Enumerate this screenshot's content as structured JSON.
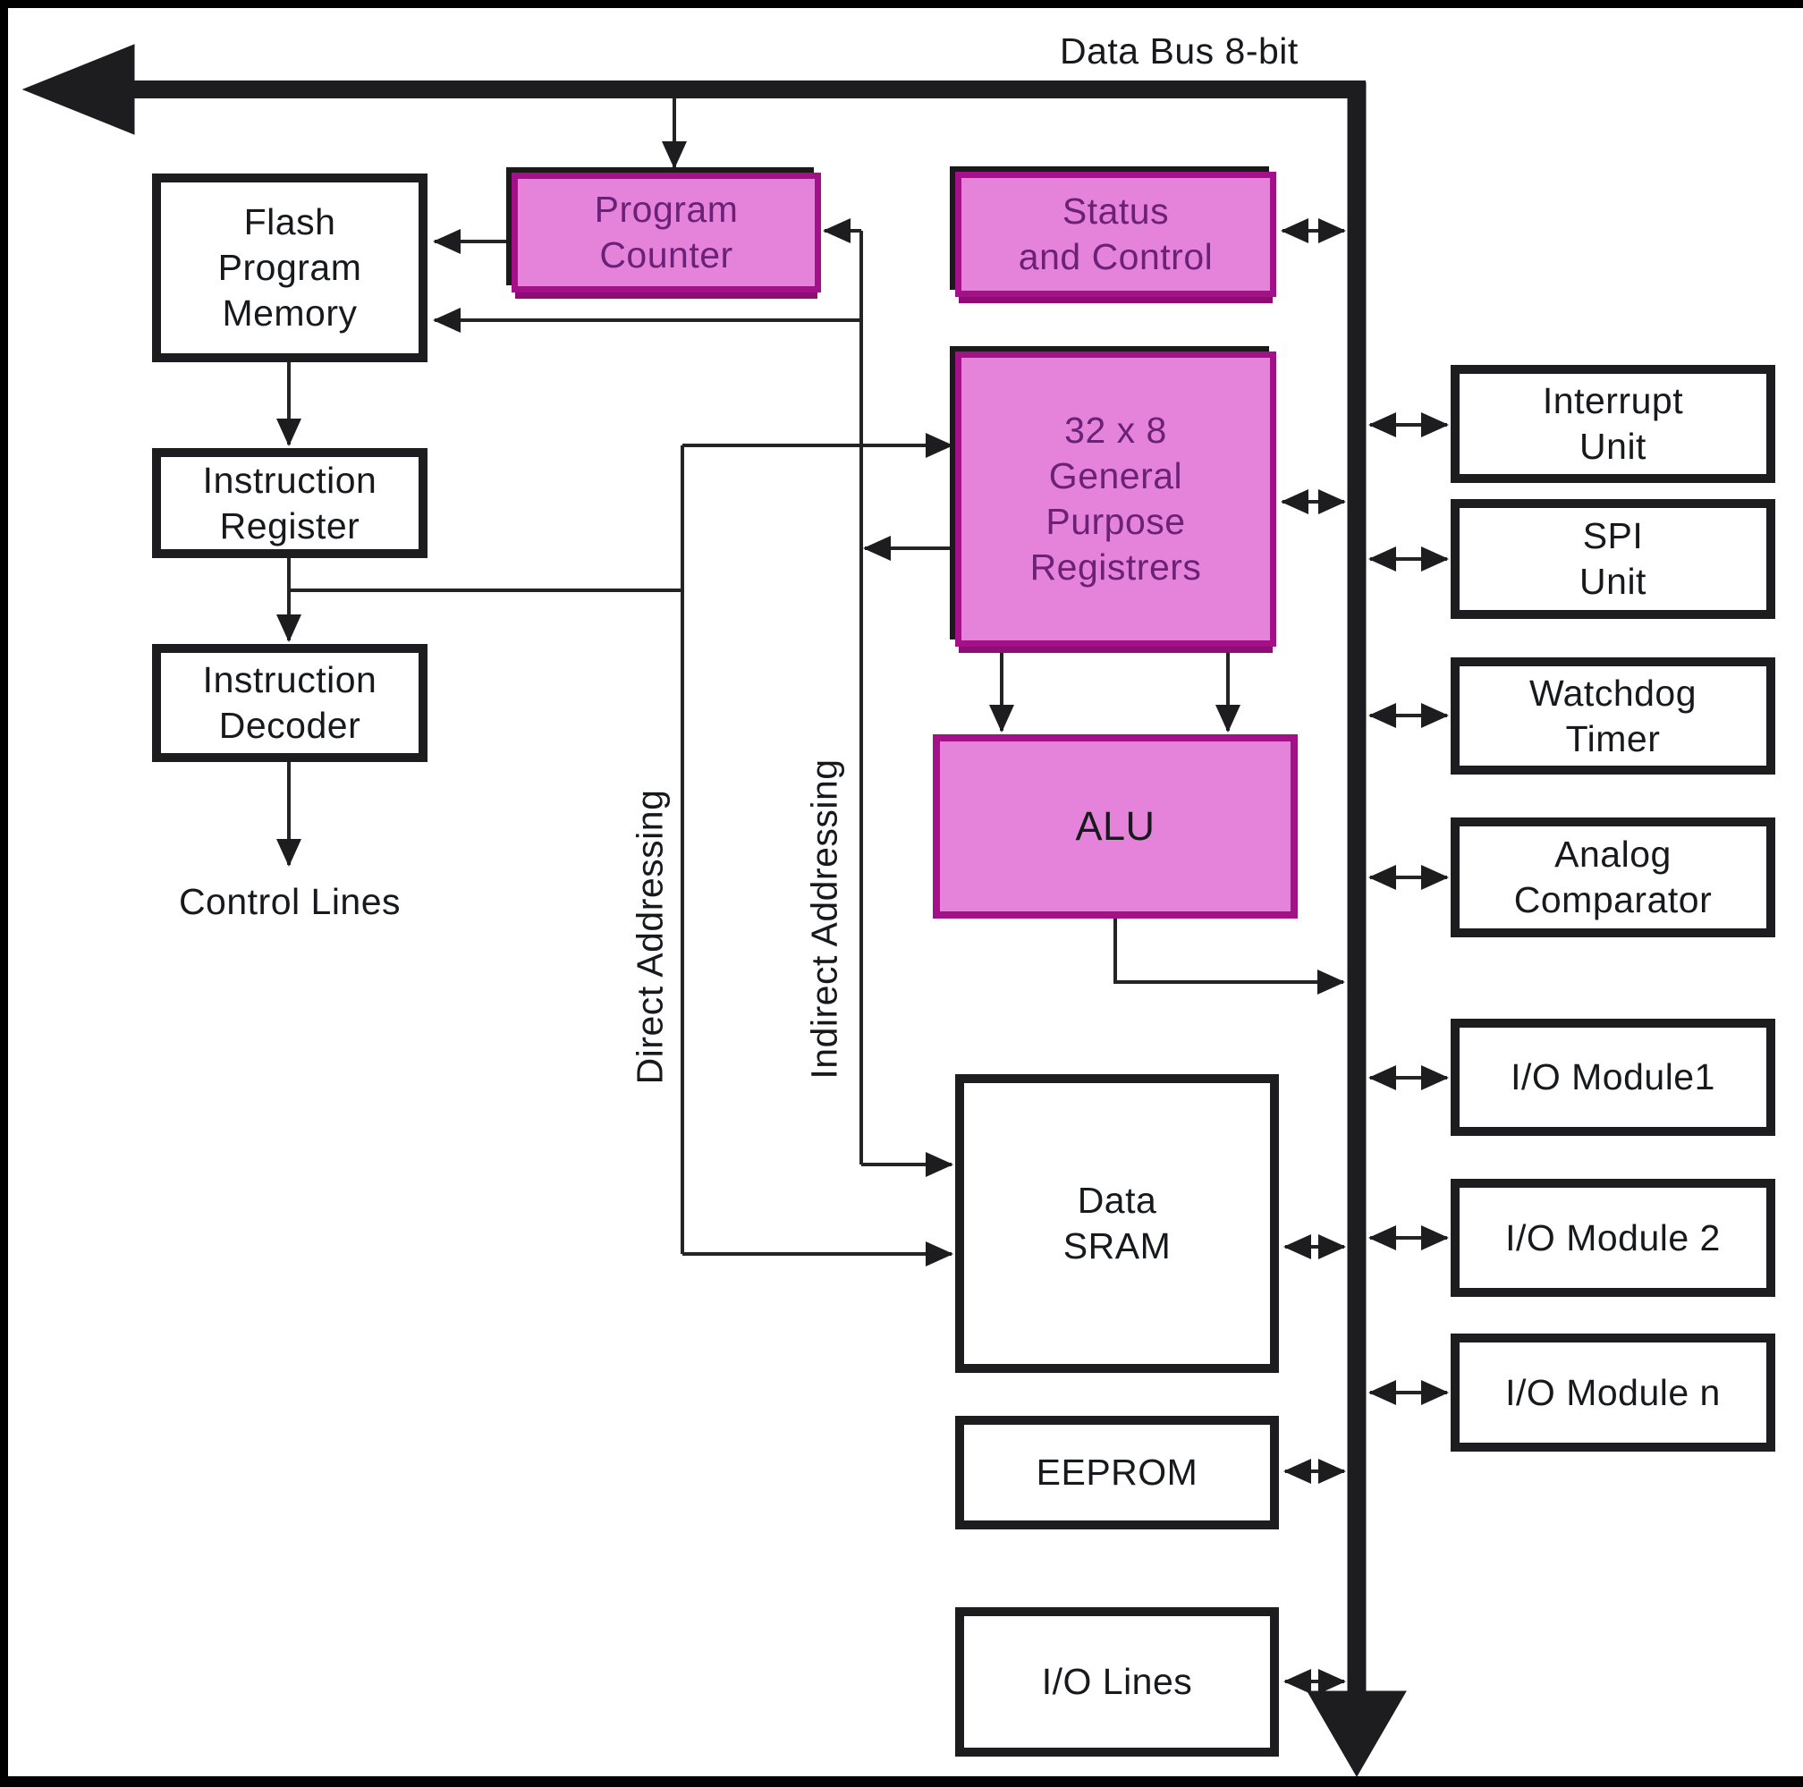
{
  "colors": {
    "pink_fill": "#E583DB",
    "pink_border": "#A21187",
    "pink_text": "#6C2178",
    "line_color": "#242427"
  },
  "bus": {
    "label": "Data Bus 8-bit"
  },
  "cpu_blocks": {
    "flash": {
      "label": "Flash\nProgram\nMemory"
    },
    "program_counter": {
      "label": "Program\nCounter"
    },
    "status": {
      "label": "Status\nand Control"
    },
    "instruction_register": {
      "label": "Instruction\nRegister"
    },
    "registers": {
      "label": "32 x 8\nGeneral\nPurpose\nRegistrers"
    },
    "instruction_decoder": {
      "label": "Instruction\nDecoder"
    },
    "control_lines": {
      "label": "Control Lines"
    },
    "alu": {
      "label": "ALU"
    },
    "direct_addressing": {
      "label": "Direct Addressing"
    },
    "indirect_addressing": {
      "label": "Indirect Addressing"
    },
    "data_sram": {
      "label": "Data\nSRAM"
    },
    "eeprom": {
      "label": "EEPROM"
    },
    "io_lines": {
      "label": "I/O Lines"
    }
  },
  "peripherals": [
    {
      "label": "Interrupt\nUnit"
    },
    {
      "label": "SPI\nUnit"
    },
    {
      "label": "Watchdog\nTimer"
    },
    {
      "label": "Analog\nComparator"
    },
    {
      "label": "I/O Module1"
    },
    {
      "label": "I/O Module 2"
    },
    {
      "label": "I/O Module n"
    }
  ]
}
